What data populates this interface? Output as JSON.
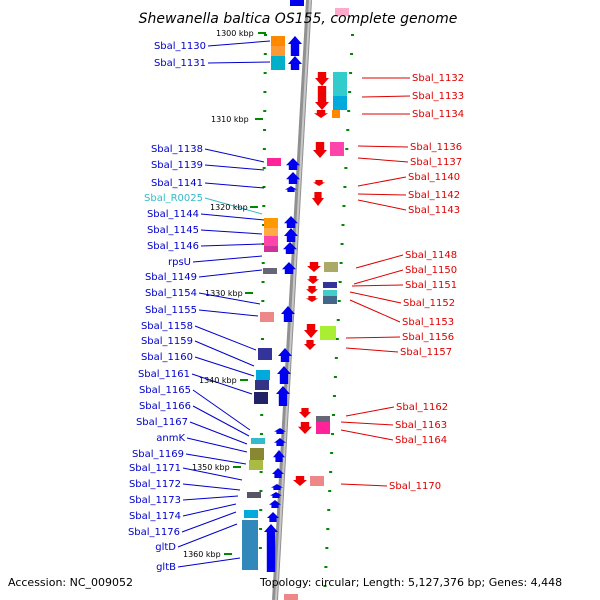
{
  "title": "Shewanella baltica OS155, complete genome",
  "footer": {
    "accession": "Accession: NC_009052",
    "topology": "Topology: circular; Length: 5,127,376 bp; Genes: 4,448"
  },
  "colors": {
    "minus_label": "#0000cc",
    "plus_label": "#dd0000",
    "rna_label": "#33bbcc",
    "backbone": "#909090",
    "tick": "#008800"
  },
  "scale_marks": [
    "1300 kbp",
    "1310 kbp",
    "1320 kbp",
    "1330 kbp",
    "1340 kbp",
    "1350 kbp",
    "1360 kbp"
  ],
  "minus_genes": [
    "Sbal_1130",
    "Sbal_1131",
    "Sbal_1138",
    "Sbal_1139",
    "Sbal_1141",
    "Sbal_R0025",
    "Sbal_1144",
    "Sbal_1145",
    "Sbal_1146",
    "rpsU",
    "Sbal_1149",
    "Sbal_1154",
    "Sbal_1155",
    "Sbal_1158",
    "Sbal_1159",
    "Sbal_1160",
    "Sbal_1161",
    "Sbal_1165",
    "Sbal_1166",
    "Sbal_1167",
    "anmK",
    "Sbal_1169",
    "Sbal_1171",
    "Sbal_1172",
    "Sbal_1173",
    "Sbal_1174",
    "Sbal_1176",
    "gltD",
    "gltB"
  ],
  "plus_genes": [
    "Sbal_1132",
    "Sbal_1133",
    "Sbal_1134",
    "Sbal_1136",
    "Sbal_1137",
    "Sbal_1140",
    "Sbal_1142",
    "Sbal_1143",
    "Sbal_1148",
    "Sbal_1150",
    "Sbal_1151",
    "Sbal_1152",
    "Sbal_1153",
    "Sbal_1156",
    "Sbal_1157",
    "Sbal_1162",
    "Sbal_1163",
    "Sbal_1164",
    "Sbal_1170"
  ]
}
